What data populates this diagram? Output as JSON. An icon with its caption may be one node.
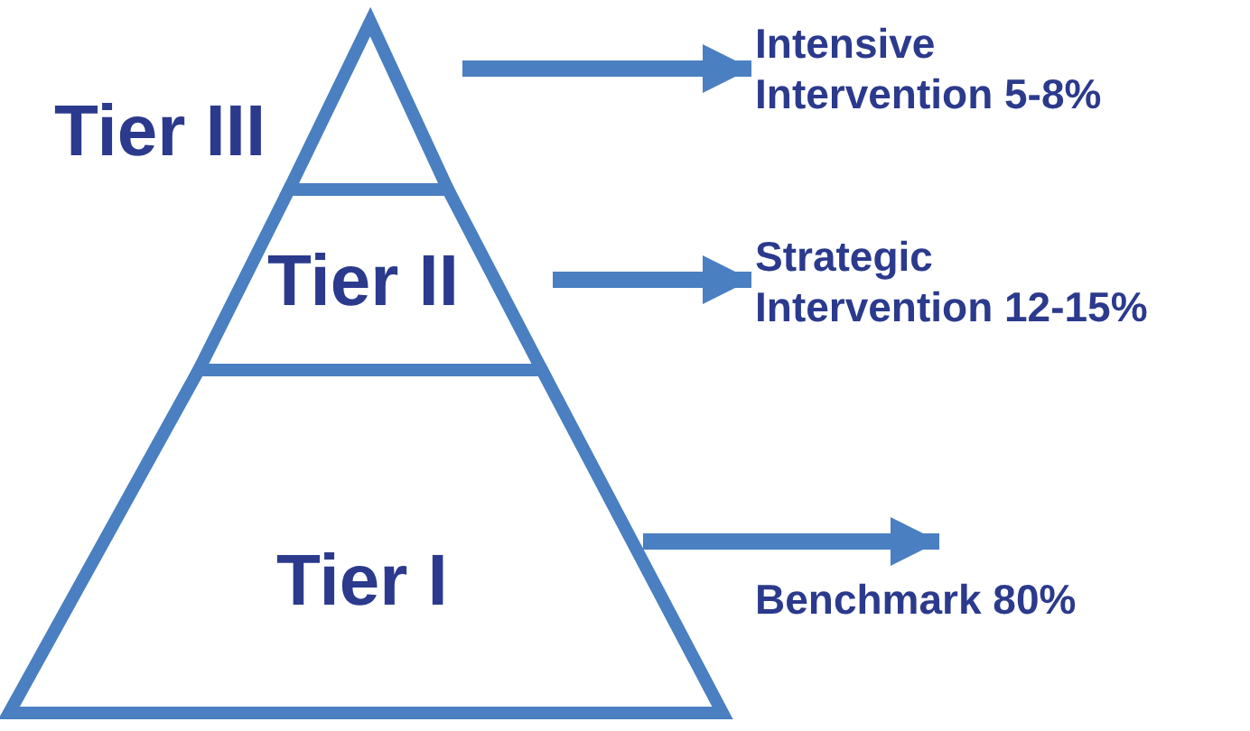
{
  "diagram": {
    "nodes": [
      {
        "text": [
          "Tier III"
        ]
      },
      {
        "text": [
          "Tier II"
        ]
      },
      {
        "text": [
          "Tier I"
        ]
      },
      {
        "text": [
          "Intensive Intervention 5-8%"
        ]
      },
      {
        "text": [
          "Strategic Intervention 12-15%"
        ]
      },
      {
        "text": [
          "Benchmark 80%"
        ]
      }
    ],
    "edges": [
      {
        "from": 0,
        "to": 3,
        "arrow": "to"
      },
      {
        "from": 1,
        "to": 4,
        "arrow": "to"
      },
      {
        "from": 2,
        "to": 5,
        "arrow": "to"
      }
    ]
  }
}
